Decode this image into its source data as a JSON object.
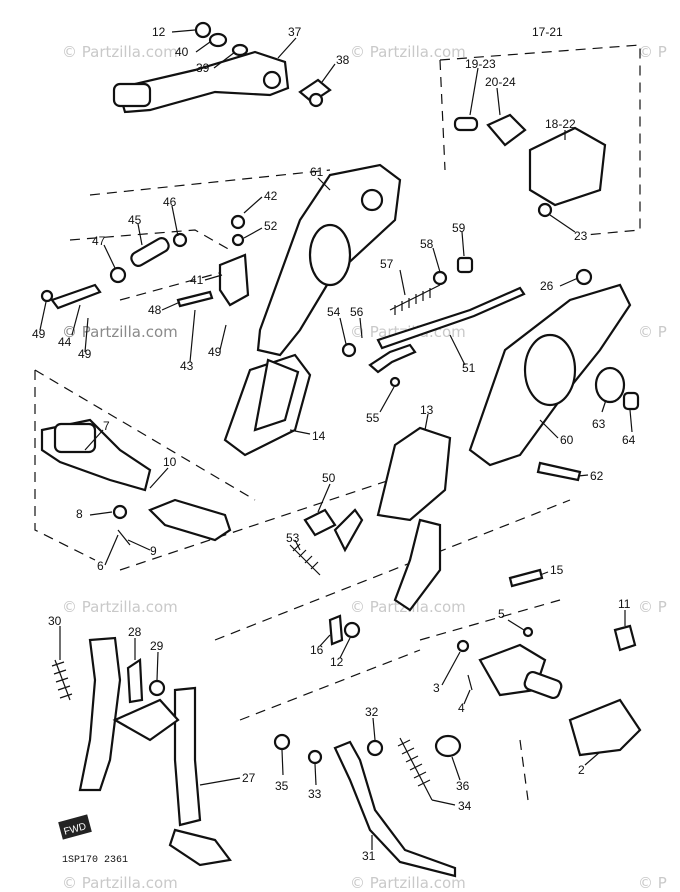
{
  "watermark": {
    "brand": "© Partzilla.com",
    "short": "© P"
  },
  "figure_code": "1SP170 2361",
  "callouts": [
    {
      "id": "c12a",
      "text": "12"
    },
    {
      "id": "c40",
      "text": "40"
    },
    {
      "id": "c39",
      "text": "39"
    },
    {
      "id": "c37",
      "text": "37"
    },
    {
      "id": "c38",
      "text": "38"
    },
    {
      "id": "c1721",
      "text": "17-21"
    },
    {
      "id": "c1923",
      "text": "19-23"
    },
    {
      "id": "c2024",
      "text": "20-24"
    },
    {
      "id": "c1822",
      "text": "18-22"
    },
    {
      "id": "c23",
      "text": "23"
    },
    {
      "id": "c61",
      "text": "61"
    },
    {
      "id": "c42",
      "text": "42"
    },
    {
      "id": "c52",
      "text": "52"
    },
    {
      "id": "c46",
      "text": "46"
    },
    {
      "id": "c45",
      "text": "45"
    },
    {
      "id": "c47",
      "text": "47"
    },
    {
      "id": "c41",
      "text": "41"
    },
    {
      "id": "c48",
      "text": "48"
    },
    {
      "id": "c49a",
      "text": "49"
    },
    {
      "id": "c44",
      "text": "44"
    },
    {
      "id": "c49b",
      "text": "49"
    },
    {
      "id": "c49c",
      "text": "49"
    },
    {
      "id": "c43",
      "text": "43"
    },
    {
      "id": "c57",
      "text": "57"
    },
    {
      "id": "c58",
      "text": "58"
    },
    {
      "id": "c59",
      "text": "59"
    },
    {
      "id": "c26",
      "text": "26"
    },
    {
      "id": "c54",
      "text": "54"
    },
    {
      "id": "c56",
      "text": "56"
    },
    {
      "id": "c51",
      "text": "51"
    },
    {
      "id": "c55",
      "text": "55"
    },
    {
      "id": "c13",
      "text": "13"
    },
    {
      "id": "c14",
      "text": "14"
    },
    {
      "id": "c63",
      "text": "63"
    },
    {
      "id": "c64",
      "text": "64"
    },
    {
      "id": "c60",
      "text": "60"
    },
    {
      "id": "c62",
      "text": "62"
    },
    {
      "id": "c7",
      "text": "7"
    },
    {
      "id": "c10",
      "text": "10"
    },
    {
      "id": "c50",
      "text": "50"
    },
    {
      "id": "c53",
      "text": "53"
    },
    {
      "id": "c8",
      "text": "8"
    },
    {
      "id": "c9",
      "text": "9"
    },
    {
      "id": "c6",
      "text": "6"
    },
    {
      "id": "c15",
      "text": "15"
    },
    {
      "id": "c30",
      "text": "30"
    },
    {
      "id": "c28",
      "text": "28"
    },
    {
      "id": "c29",
      "text": "29"
    },
    {
      "id": "c16",
      "text": "16"
    },
    {
      "id": "c12b",
      "text": "12"
    },
    {
      "id": "c5",
      "text": "5"
    },
    {
      "id": "c11",
      "text": "11"
    },
    {
      "id": "c3",
      "text": "3"
    },
    {
      "id": "c4",
      "text": "4"
    },
    {
      "id": "c2",
      "text": "2"
    },
    {
      "id": "c32",
      "text": "32"
    },
    {
      "id": "c27",
      "text": "27"
    },
    {
      "id": "c35",
      "text": "35"
    },
    {
      "id": "c33",
      "text": "33"
    },
    {
      "id": "c36",
      "text": "36"
    },
    {
      "id": "c34",
      "text": "34"
    },
    {
      "id": "c31",
      "text": "31"
    }
  ],
  "fwd_mark": "FWD"
}
